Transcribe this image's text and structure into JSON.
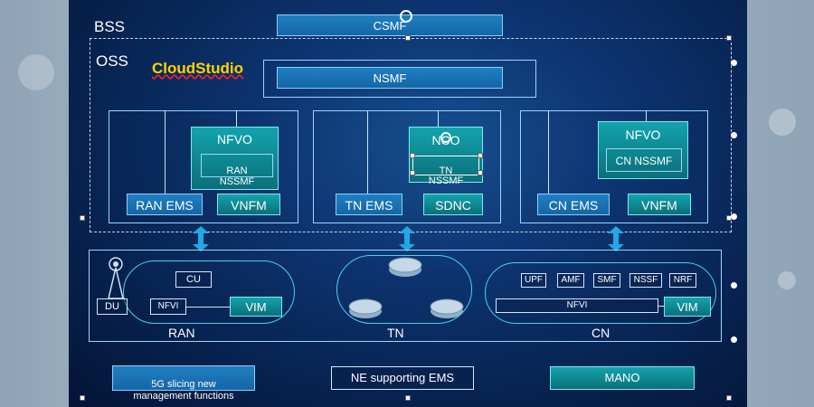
{
  "labels": {
    "bss": "BSS",
    "oss": "OSS",
    "cloudstudio": "CloudStudio",
    "csmf": "CSMF",
    "nsmf": "NSMF",
    "ran_nfvo": "NFVO",
    "ran_nssmf": "RAN\nNSSMF",
    "ran_ems": "RAN EMS",
    "ran_vnfm": "VNFM",
    "tn_nco": "NCO",
    "tn_nssmf": "TN\nNSSMF",
    "tn_ems": "TN EMS",
    "sdnc": "SDNC",
    "cn_nfvo": "NFVO",
    "cn_nssmf": "CN NSSMF",
    "cn_ems": "CN EMS",
    "cn_vnfm": "VNFM",
    "cu": "CU",
    "du": "DU",
    "ran_nfvi": "NFVI",
    "ran_vim": "VIM",
    "upf": "UPF",
    "amf": "AMF",
    "smf": "SMF",
    "nssf": "NSSF",
    "nrf": "NRF",
    "cn_nfvi": "NFVI",
    "cn_vim": "VIM",
    "ran": "RAN",
    "tn": "TN",
    "cn": "CN",
    "legend_slicing": "5G slicing new\nmanagement functions",
    "legend_ne": "NE supporting EMS",
    "legend_mano": "MANO"
  },
  "colors": {
    "teal": "#0f8f9a",
    "blue": "#1a72b6",
    "accent_yellow": "#ffd400",
    "arrow": "#21a9e6"
  }
}
